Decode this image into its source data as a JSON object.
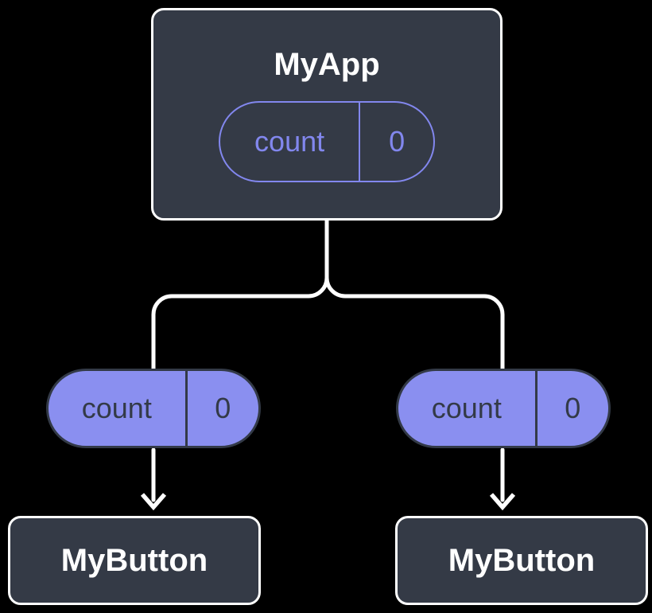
{
  "diagram": {
    "root": {
      "title": "MyApp",
      "state": {
        "name": "count",
        "value": "0"
      }
    },
    "children": [
      {
        "title": "MyButton",
        "prop": {
          "name": "count",
          "value": "0"
        }
      },
      {
        "title": "MyButton",
        "prop": {
          "name": "count",
          "value": "0"
        }
      }
    ]
  },
  "colors": {
    "bg": "#000000",
    "node_fill": "#343a46",
    "line_white": "#ffffff",
    "text_white": "#ffffff",
    "purple_fill": "#8a8ff0",
    "purple_line": "#8287ee",
    "slate_dark": "#333a47"
  }
}
